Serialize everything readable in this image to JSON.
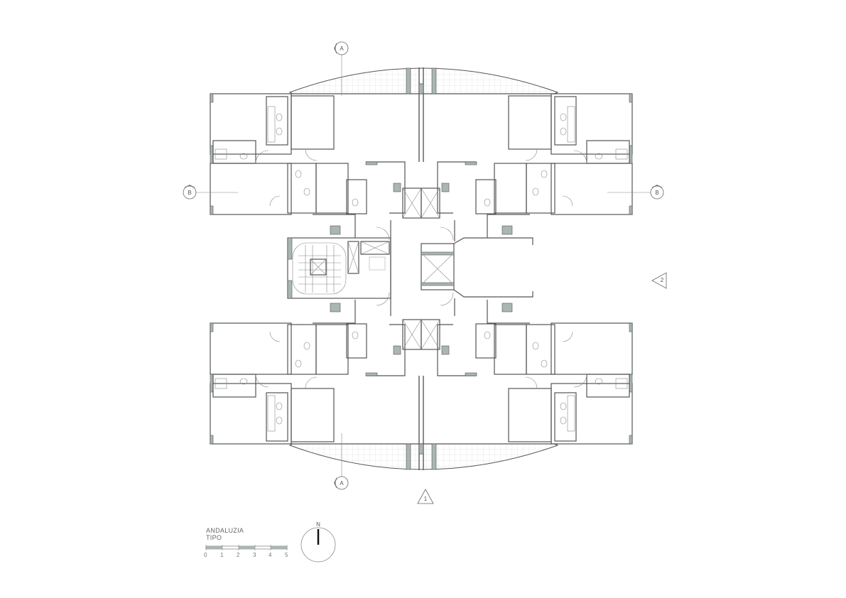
{
  "title_block": {
    "name": "ANDALUZIA",
    "subtitle": "TIPO"
  },
  "scale_bar": {
    "ticks": [
      "0",
      "1",
      "2",
      "3",
      "4",
      "5"
    ]
  },
  "north_arrow": {
    "label": "N"
  },
  "section_markers": {
    "a_top": "A",
    "a_bottom": "A",
    "b_left": "B",
    "b_right": "B"
  },
  "elevation_markers": {
    "south": "1",
    "east": "2"
  },
  "colors": {
    "wall": "#555555",
    "column": "#a9b6b2"
  }
}
